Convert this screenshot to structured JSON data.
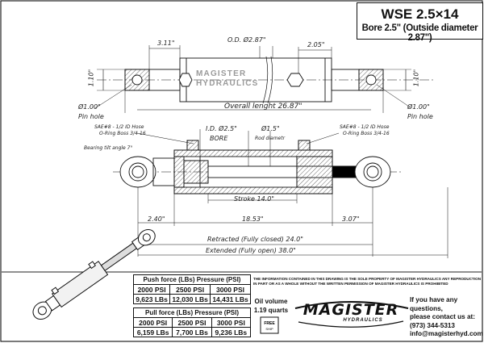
{
  "title": {
    "model": "WSE 2.5×14",
    "bore_line": "Bore 2.5\" (Outside diameter 2.87\")"
  },
  "watermark": {
    "line1": "MAGISTER",
    "line2": "HYDRAULICS"
  },
  "top_view": {
    "dim_left_end": "3.11\"",
    "dim_od": "O.D. Ø2.87\"",
    "dim_right_end": "2.05\"",
    "dim_height_left": "1.10\"",
    "dim_height_right": "1.10\"",
    "pin_left": "Ø1.00\"",
    "pin_left_label": "Pin hole",
    "pin_right": "Ø1.00\"",
    "pin_right_label": "Pin hole",
    "overall_length": "Overall lenght 26.87\""
  },
  "section_view": {
    "port_left_line1": "SAE#8 - 1/2 ID Hose",
    "port_left_line2": "O-Ring Boss 3/4-16",
    "port_right_line1": "SAE#8 - 1/2 ID Hose",
    "port_right_line2": "O-Ring Boss 3/4-16",
    "bearing_tilt": "Bearing tilt angle 7°",
    "id_label": "I.D. Ø2.5\"",
    "bore_label": "BORE",
    "rod_dia": "Ø1.5\"",
    "rod_label": "Rod diametr",
    "stroke": "Stroke 14.0\"",
    "dim_left": "2.40\"",
    "dim_mid": "18.53\"",
    "dim_right": "3.07\"",
    "retracted": "Retracted (Fully closed) 24.0\"",
    "extended": "Extended (Fully open) 38.0\""
  },
  "push_table": {
    "title": "Push force (LBs)  Pressure (PSI)",
    "pressures": [
      "2000 PSI",
      "2500 PSI",
      "3000 PSI"
    ],
    "forces": [
      "9,623 LBs",
      "12,030 LBs",
      "14,431 LBs"
    ]
  },
  "pull_table": {
    "title": "Pull force (LBs)  Pressure (PSI)",
    "pressures": [
      "2000 PSI",
      "2500 PSI",
      "3000 PSI"
    ],
    "forces": [
      "6,159 LBs",
      "7,700 LBs",
      "9,236 LBs"
    ]
  },
  "oil": {
    "label": "Oil volume",
    "value": "1.19 quarts"
  },
  "notice": "THE INFORMATION CONTAINED IN THIS DRAWING IS THE SOLE PROPERTY OF MAGISTER HYDRAULICS ANY REPRODUCTION IN PART OR AS A WHOLE WITHOUT THE WRITTEN PERMISSION OF MAGISTER HYDRAULICS IS PROHIBITED",
  "logo": {
    "name": "MAGISTER",
    "sub": "HYDRAULICS"
  },
  "contact": {
    "line1": "If you have any questions,",
    "line2": "please contact us at:",
    "phone": "(973) 344-5313",
    "email": "info@magisterhyd.com"
  },
  "colors": {
    "line": "#111111",
    "hatch": "#555555",
    "accent": "#1a1a1a"
  }
}
